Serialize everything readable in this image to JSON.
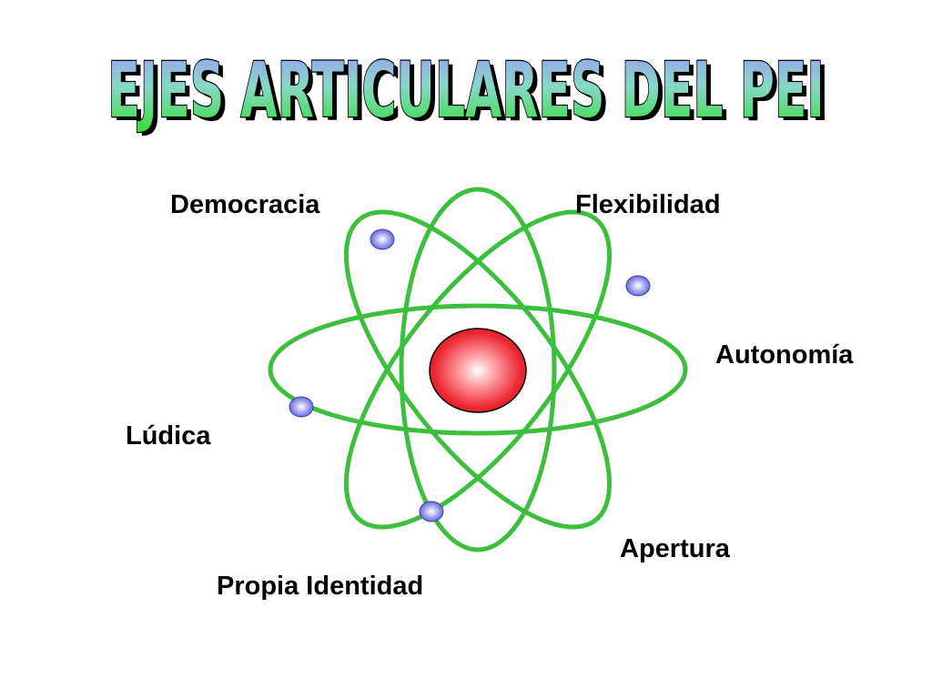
{
  "title": "EJES ARTICULARES DEL PEI",
  "axes": {
    "democracia": "Democracia",
    "flexibilidad": "Flexibilidad",
    "autonomia": "Autonomía",
    "ludica": "Lúdica",
    "apertura": "Apertura",
    "propia_identidad": "Propia Identidad"
  },
  "colors": {
    "orbit": "#3cbf3c",
    "nucleus": "#e8202a",
    "electron": "#6a6ae0",
    "title_top": "#8c8cf0",
    "title_bottom": "#33dd33",
    "title_outline": "#000000"
  }
}
